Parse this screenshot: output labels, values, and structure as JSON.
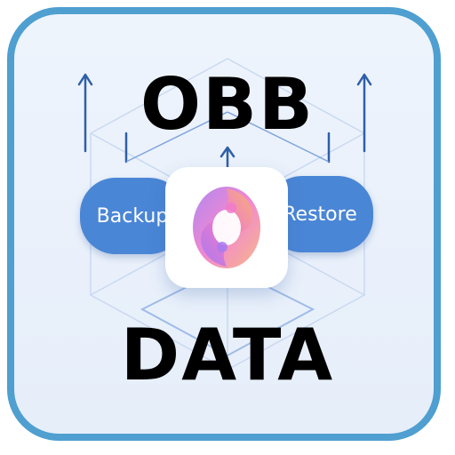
{
  "icon": {
    "top_label": "OBB",
    "bottom_label": "DATA",
    "backup_label": "Backup",
    "restore_label": "Restore",
    "logo_icon": "swirl-logo-icon",
    "arrow_icon": "up-arrow-icon"
  },
  "colors": {
    "frame": "#4f9fd0",
    "background": "#eef4fc",
    "pill": "#4a86d6",
    "label_text": "#000000",
    "pill_text": "#ffffff",
    "logo_pink": "#f07acb",
    "logo_orange": "#f6b07a",
    "logo_purple": "#a77bf0"
  }
}
